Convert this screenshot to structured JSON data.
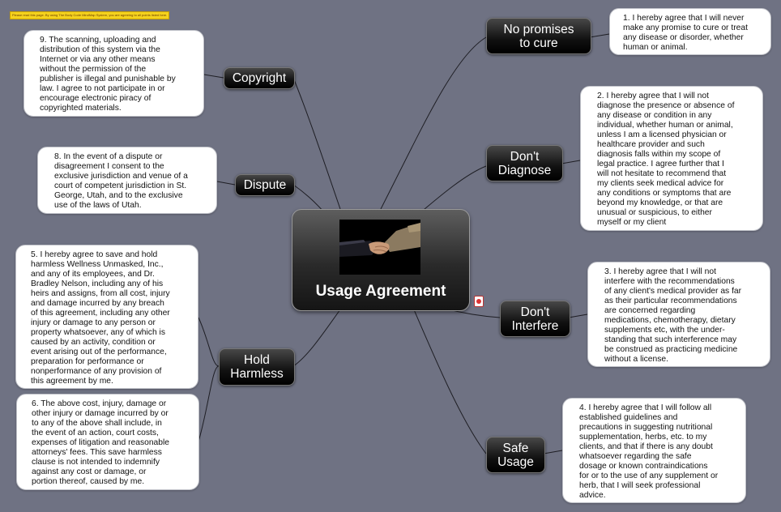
{
  "banner": "Please read this page. By using The Body Code MindMap System, you are agreeing to all points listed here.",
  "center": {
    "title": "Usage Agreement",
    "image": "handshake-photo"
  },
  "topics": [
    {
      "id": "no-promises",
      "label": "No promises\nto cure"
    },
    {
      "id": "dont-diagnose",
      "label": "Don't\nDiagnose"
    },
    {
      "id": "dont-interfere",
      "label": "Don't\nInterfere"
    },
    {
      "id": "safe-usage",
      "label": "Safe\nUsage"
    },
    {
      "id": "copyright",
      "label": "Copyright"
    },
    {
      "id": "dispute",
      "label": "Dispute"
    },
    {
      "id": "hold-harmless",
      "label": "Hold\nHarmless"
    }
  ],
  "notes": [
    {
      "id": "note-1",
      "text": "1. I hereby agree that I will never\nmake any promise to cure or treat\nany disease or disorder, whether\nhuman or animal."
    },
    {
      "id": "note-2",
      "text": "2. I hereby agree that I will not\ndiagnose the presence or absence of\nany disease or condition in any\nindividual, whether human or animal,\nunless I am a licensed physician or\nhealthcare provider and such\ndiagnosis falls within my scope of\nlegal practice. I agree further that I\nwill not hesitate to recommend that\nmy clients seek medical advice for\nany conditions or symptoms that are\nbeyond my knowledge, or that are\nunusual or suspicious, to either\nmyself or my client"
    },
    {
      "id": "note-3",
      "text": "3. I hereby agree that I will not\ninterfere with the recommendations\nof any client's medical provider as far\nas their particular recommendations\nare concerned regarding\nmedications, chemotherapy, dietary\nsupplements etc, with the under-\nstanding that such interference may\nbe construed as practicing medicine\nwithout a license."
    },
    {
      "id": "note-4",
      "text": "4. I hereby agree that I will follow all\nestablished guidelines and\nprecautions in suggesting nutritional\nsupplementation, herbs, etc. to my\nclients, and that if there is any doubt\nwhatsoever regarding the safe\ndosage or known contraindications\nfor or to the use of any supplement or\nherb, that I will seek professional\nadvice."
    },
    {
      "id": "note-9",
      "text": "9. The scanning, uploading and\ndistribution of this system via the\nInternet or via any other means\nwithout the permission of the\npublisher is illegal and punishable by\nlaw. I agree to not participate in or\nencourage electronic piracy of\ncopyrighted materials."
    },
    {
      "id": "note-8",
      "text": "8. In the event of a dispute or\ndisagreement I consent to the\nexclusive jurisdiction and venue of a\ncourt of competent jurisdiction in St.\nGeorge, Utah, and to the exclusive\nuse of the laws of Utah."
    },
    {
      "id": "note-5",
      "text": "5. I hereby agree to save and hold\nharmless Wellness Unmasked, Inc.,\nand any of its employees, and Dr.\nBradley Nelson, including any of his\nheirs and assigns, from all cost, injury\nand damage incurred by any breach\nof this agreement, including any other\ninjury or damage to any person or\nproperty whatsoever, any of which is\ncaused by an activity, condition or\nevent arising out of the performance,\npreparation for performance or\nnonperformance of any provision of\nthis agreement by me."
    },
    {
      "id": "note-6",
      "text": "6. The above cost, injury, damage or\nother injury or damage incurred by or\nto any of the above shall include, in\nthe event of an action, court costs,\nexpenses of litigation and reasonable\nattorneys' fees. This save harmless\nclause is not intended to indemnify\nagainst any cost or damage, or\nportion thereof, caused by me."
    }
  ],
  "icons": {
    "attachment": "pdf-file-icon"
  },
  "colors": {
    "background": "#6f7283",
    "topic": "#000000",
    "note": "#ffffff",
    "line": "#1a1a1a",
    "banner": "#f4d21e"
  }
}
